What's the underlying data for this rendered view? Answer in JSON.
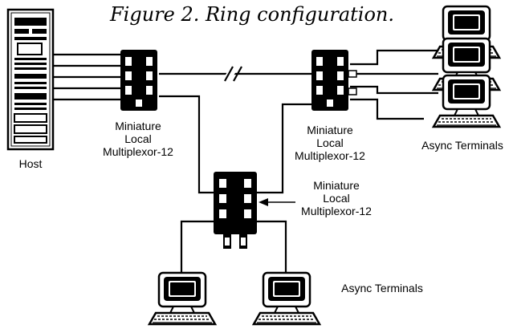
{
  "figure": {
    "title": "Figure 2. Ring configuration."
  },
  "host": {
    "label": "Host"
  },
  "multiplexors": [
    {
      "line1": "Miniature",
      "line2": "Local",
      "line3": "Multiplexor-12"
    },
    {
      "line1": "Miniature",
      "line2": "Local",
      "line3": "Multiplexor-12"
    },
    {
      "line1": "Miniature",
      "line2": "Local",
      "line3": "Multiplexor-12"
    }
  ],
  "terminal_groups": [
    {
      "label": "Async Terminals"
    },
    {
      "label": "Async Terminals"
    }
  ],
  "colors": {
    "ink": "#000000",
    "paper": "#ffffff"
  }
}
